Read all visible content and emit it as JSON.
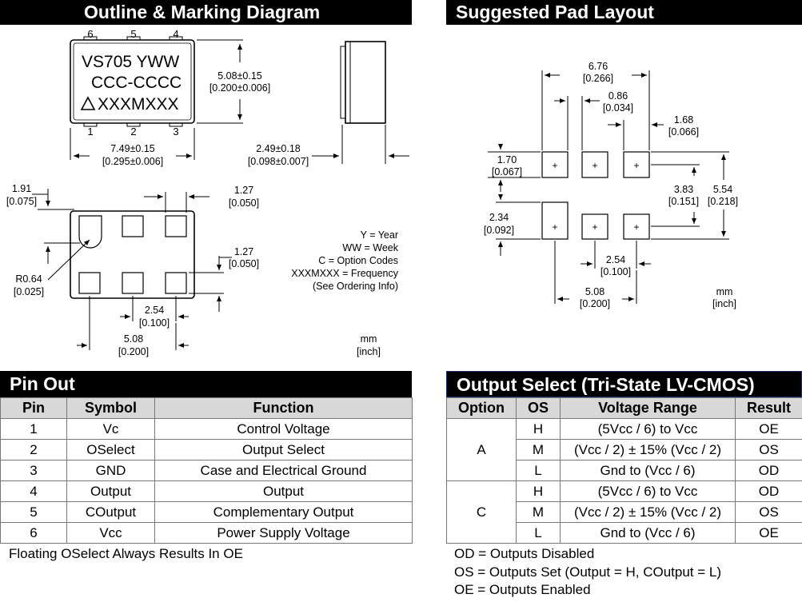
{
  "headers": {
    "outline": "Outline & Marking Diagram",
    "pad": "Suggested Pad Layout",
    "pinout": "Pin Out",
    "output_select": "Output Select (Tri-State LV-CMOS)"
  },
  "outline": {
    "pins_top": [
      "6",
      "5",
      "4"
    ],
    "pins_bottom": [
      "1",
      "2",
      "3"
    ],
    "marking": [
      "VS705 YWW",
      "CCC-CCCC",
      "XXXMXXX"
    ],
    "dim_height": [
      "5.08±0.15",
      "[0.200±0.006]"
    ],
    "dim_width": [
      "7.49±0.15",
      "[0.295±0.006]"
    ],
    "dim_thickness": [
      "2.49±0.18",
      "[0.098±0.007]"
    ],
    "dim_191": [
      "1.91",
      "[0.075]"
    ],
    "dim_127a": [
      "1.27",
      "[0.050]"
    ],
    "dim_127b": [
      "1.27",
      "[0.050]"
    ],
    "dim_radius": [
      "R0.64",
      "[0.025]"
    ],
    "dim_254": [
      "2.54",
      "[0.100]"
    ],
    "dim_508": [
      "5.08",
      "[0.200]"
    ],
    "legend": [
      "Y = Year",
      "WW = Week",
      "C = Option Codes",
      "XXXMXXX = Frequency",
      "(See Ordering Info)"
    ],
    "units": [
      "mm",
      "[inch]"
    ]
  },
  "pad": {
    "dim_676": [
      "6.76",
      "[0.266]"
    ],
    "dim_086": [
      "0.86",
      "[0.034]"
    ],
    "dim_168": [
      "1.68",
      "[0.066]"
    ],
    "dim_170": [
      "1.70",
      "[0.067]"
    ],
    "dim_383": [
      "3.83",
      "[0.151]"
    ],
    "dim_554": [
      "5.54",
      "[0.218]"
    ],
    "dim_234": [
      "2.34",
      "[0.092]"
    ],
    "dim_254": [
      "2.54",
      "[0.100]"
    ],
    "dim_508": [
      "5.08",
      "[0.200]"
    ],
    "pad_mark": "+",
    "units": [
      "mm",
      "[inch]"
    ]
  },
  "pinout": {
    "columns": [
      "Pin",
      "Symbol",
      "Function"
    ],
    "rows": [
      {
        "pin": "1",
        "symbol": "Vc",
        "function": "Control Voltage"
      },
      {
        "pin": "2",
        "symbol": "OSelect",
        "function": "Output Select"
      },
      {
        "pin": "3",
        "symbol": "GND",
        "function": "Case and Electrical Ground"
      },
      {
        "pin": "4",
        "symbol": "Output",
        "function": "Output"
      },
      {
        "pin": "5",
        "symbol": "COutput",
        "function": "Complementary Output"
      },
      {
        "pin": "6",
        "symbol": "Vcc",
        "function": "Power Supply Voltage"
      }
    ],
    "note": "Floating OSelect Always Results In OE"
  },
  "output_select": {
    "columns": [
      "Option",
      "OS",
      "Voltage Range",
      "Result"
    ],
    "groups": [
      {
        "option": "A",
        "rows": [
          {
            "os": "H",
            "range": "(5Vcc / 6) to Vcc",
            "result": "OE"
          },
          {
            "os": "M",
            "range": "(Vcc / 2) ± 15% (Vcc / 2)",
            "result": "OS"
          },
          {
            "os": "L",
            "range": "Gnd to (Vcc / 6)",
            "result": "OD"
          }
        ]
      },
      {
        "option": "C",
        "rows": [
          {
            "os": "H",
            "range": "(5Vcc / 6) to Vcc",
            "result": "OD"
          },
          {
            "os": "M",
            "range": "(Vcc / 2) ± 15% (Vcc / 2)",
            "result": "OS"
          },
          {
            "os": "L",
            "range": "Gnd to (Vcc / 6)",
            "result": "OE"
          }
        ]
      }
    ],
    "notes": [
      "OD = Outputs Disabled",
      "OS = Outputs Set (Output = H, COutput = L)",
      "OE = Outputs Enabled"
    ]
  }
}
